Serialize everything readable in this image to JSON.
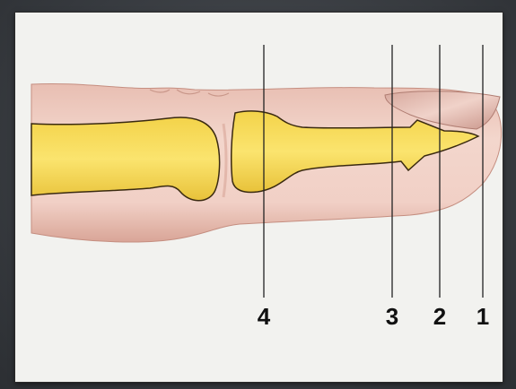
{
  "diagram": {
    "labels": [
      {
        "id": "label-4",
        "text": "4"
      },
      {
        "id": "label-3",
        "text": "3"
      },
      {
        "id": "label-2",
        "text": "2"
      },
      {
        "id": "label-1",
        "text": "1"
      }
    ]
  },
  "colors": {
    "panel_bg": "#f2f2ef",
    "skin": "#efc9bd",
    "skin_dark": "#d9a89b",
    "bone": "#f5d84a",
    "bone_outline": "#3a2a10",
    "nail": "#e3bcb2",
    "line": "#222222"
  }
}
